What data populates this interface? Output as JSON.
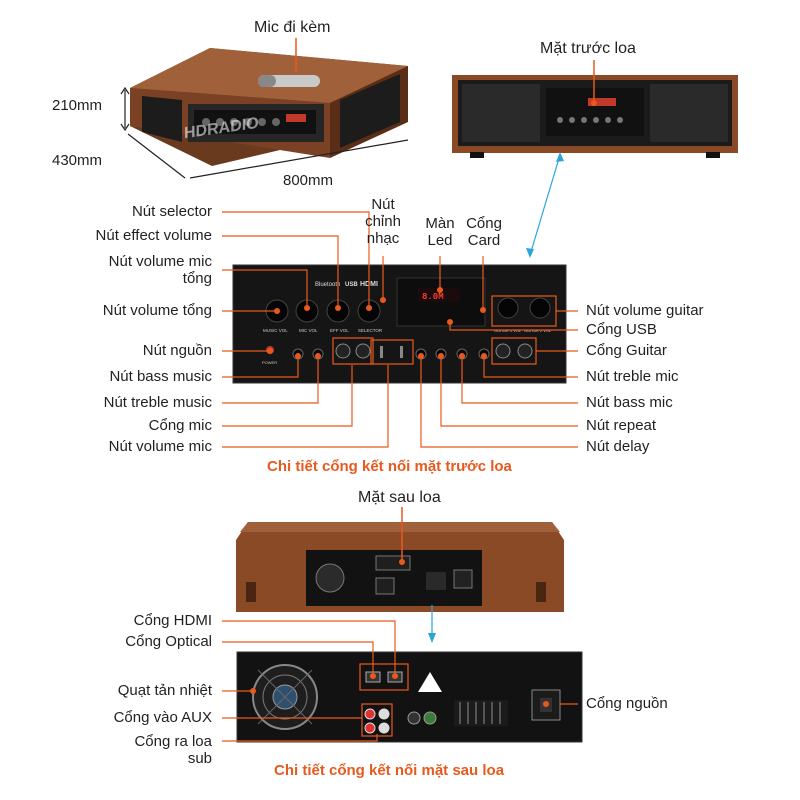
{
  "top": {
    "mic_label": "Mic đi kèm",
    "front_label": "Mặt trước loa",
    "dim_height": "210mm",
    "dim_depth": "430mm",
    "dim_width": "800mm",
    "brand_watermark": "HDRADIO"
  },
  "front_panel": {
    "left_labels": [
      "Nút selector",
      "Nút effect volume",
      "Nút volume mic tổng",
      "Nút volume tổng",
      "Nút nguồn",
      "Nút bass music",
      "Nút treble music",
      "Cổng mic",
      "Nút volume mic"
    ],
    "top_labels": [
      "Nút chỉnh nhạc",
      "Màn Led",
      "Cổng Card"
    ],
    "right_labels": [
      "Nút volume guitar",
      "Cổng USB",
      "Cổng Guitar",
      "Nút treble mic",
      "Nút bass mic",
      "Nút repeat",
      "Nút delay"
    ],
    "panel_texts": {
      "bluetooth": "Bluetooth",
      "usb": "USB",
      "hdmi": "HDMI",
      "led": "8.0M",
      "music_vol": "MUSIC VOL",
      "mic_vol": "MIC VOL",
      "eff_vol": "EFF VOL",
      "selector": "SELECTOR",
      "guitar1": "GUITAR 1 VOL",
      "guitar2": "GUITAR 2 VOL",
      "power": "POWER"
    },
    "caption": "Chi tiết cổng kết nối mặt trước loa"
  },
  "back_panel": {
    "title": "Mặt sau loa",
    "left_labels": [
      "Cổng HDMI",
      "Cổng Optical",
      "Quạt tản nhiệt",
      "Cổng vào AUX",
      "Cổng ra loa sub"
    ],
    "right_labels": [
      "Cổng nguồn"
    ],
    "caption": "Chi tiết cổng kết nối mặt sau loa"
  },
  "colors": {
    "accent": "#e8591e",
    "wood": "#8b4a26",
    "panel": "#141414",
    "pointer": "#2aa5dc",
    "highlight": "#e8591e"
  }
}
